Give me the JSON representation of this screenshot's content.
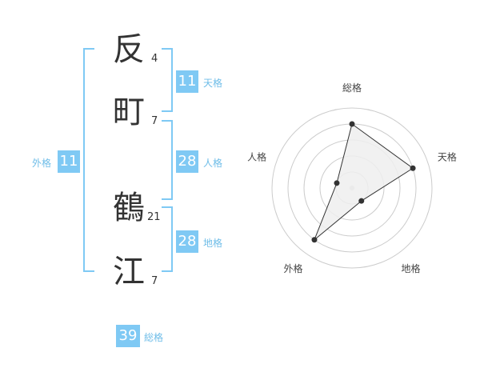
{
  "name": {
    "chars": [
      {
        "char": "反",
        "strokes": "4"
      },
      {
        "char": "町",
        "strokes": "7"
      },
      {
        "char": "鶴",
        "strokes": "21"
      },
      {
        "char": "江",
        "strokes": "7"
      }
    ]
  },
  "fortunes": {
    "tenkaku": {
      "value": "11",
      "label": "天格"
    },
    "jinkaku": {
      "value": "28",
      "label": "人格"
    },
    "chikaku": {
      "value": "28",
      "label": "地格"
    },
    "gaikaku": {
      "value": "11",
      "label": "外格"
    },
    "soukaku": {
      "value": "39",
      "label": "総格"
    }
  },
  "radar": {
    "axes": [
      "総格",
      "天格",
      "地格",
      "外格",
      "人格"
    ],
    "levels": [
      0.8,
      0.8,
      0.2,
      0.8,
      0.2
    ],
    "colors": {
      "fill": "#efefef",
      "line": "#333333",
      "grid": "#cccccc",
      "point": "#333333",
      "center": "#cccccc"
    }
  }
}
